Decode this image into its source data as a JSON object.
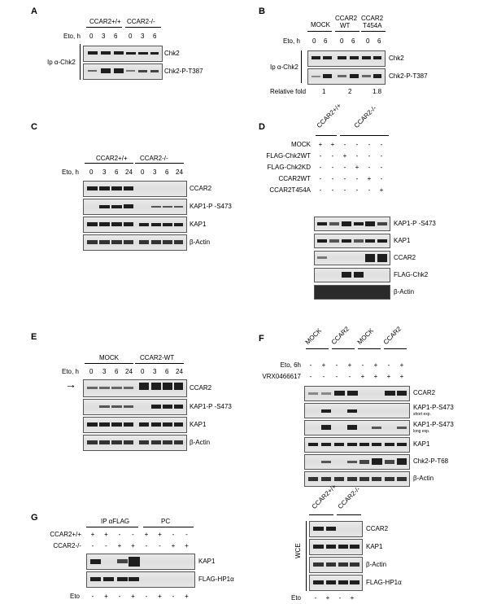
{
  "panelA": {
    "letter": "A",
    "groups": [
      "CCAR2+/+",
      "CCAR2-/-"
    ],
    "row_label": "Eto, h",
    "times": [
      "0",
      "3",
      "6",
      "0",
      "3",
      "6"
    ],
    "side_label": "Ip α-Chk2",
    "bands": [
      "Chk2",
      "Chk2-P-T387"
    ]
  },
  "panelB": {
    "letter": "B",
    "groups": [
      "MOCK",
      "CCAR2",
      "WT",
      "CCAR2",
      "T454A"
    ],
    "row_label": "Eto, h",
    "times": [
      "0",
      "6",
      "0",
      "6",
      "0",
      "6"
    ],
    "side_label": "Ip α-Chk2",
    "bands": [
      "Chk2",
      "Chk2-P-T387"
    ],
    "fold_label": "Relative fold",
    "folds": [
      "1",
      "2",
      "1.8"
    ]
  },
  "panelC": {
    "letter": "C",
    "groups": [
      "CCAR2+/+",
      "CCAR2-/-"
    ],
    "row_label": "Eto, h",
    "times": [
      "0",
      "3",
      "6",
      "24",
      "0",
      "3",
      "6",
      "24"
    ],
    "bands": [
      "CCAR2",
      "KAP1-P -S473",
      "KAP1",
      "β-Actin"
    ]
  },
  "panelD": {
    "letter": "D",
    "groups": [
      "CCAR2+/+",
      "CCAR2-/-"
    ],
    "rows": [
      {
        "label": "MOCK",
        "signs": [
          "+",
          "+",
          "-",
          "-",
          "-",
          "-"
        ]
      },
      {
        "label": "FLAG-Chk2WT",
        "signs": [
          "-",
          "-",
          "+",
          "-",
          "-",
          "-"
        ]
      },
      {
        "label": "FLAG-Chk2KD",
        "signs": [
          "-",
          "-",
          "-",
          "+",
          "-",
          "-"
        ]
      },
      {
        "label": "CCAR2WT",
        "signs": [
          "-",
          "-",
          "-",
          "-",
          "+",
          "-"
        ]
      },
      {
        "label": "CCAR2T454A",
        "signs": [
          "-",
          "-",
          "-",
          "-",
          "-",
          "+"
        ]
      }
    ],
    "bands": [
      "KAP1-P -S473",
      "KAP1",
      "CCAR2",
      "FLAG-Chk2",
      "β-Actin"
    ]
  },
  "panelE": {
    "letter": "E",
    "groups": [
      "MOCK",
      "CCAR2-WT"
    ],
    "row_label": "Eto, h",
    "times": [
      "0",
      "3",
      "6",
      "24",
      "0",
      "3",
      "6",
      "24"
    ],
    "arrow": "→",
    "bands": [
      "CCAR2",
      "KAP1-P -S473",
      "KAP1",
      "β-Actin"
    ]
  },
  "panelF": {
    "letter": "F",
    "groups": [
      "MOCK",
      "CCAR2",
      "MOCK",
      "CCAR2"
    ],
    "rows": [
      {
        "label": "Eto, 6h",
        "signs": [
          "-",
          "+",
          "-",
          "+",
          "-",
          "+",
          "-",
          "+"
        ]
      },
      {
        "label": "VRX0466617",
        "signs": [
          "-",
          "-",
          "-",
          "-",
          "+",
          "+",
          "+",
          "+"
        ]
      }
    ],
    "bands": [
      "CCAR2",
      "KAP1-P-S473",
      "KAP1-P-S473",
      "KAP1",
      "Chk2-P-T68",
      "β-Actin"
    ],
    "notes": [
      "short exp.",
      "long exp."
    ]
  },
  "panelG": {
    "letter": "G",
    "headers": [
      "IP αFLAG",
      "PC"
    ],
    "rows": [
      {
        "label": "CCAR2+/+",
        "signs": [
          "+",
          "+",
          "-",
          "-",
          "+",
          "+",
          "-",
          "-"
        ]
      },
      {
        "label": "CCAR2-/-",
        "signs": [
          "-",
          "-",
          "+",
          "+",
          "-",
          "-",
          "+",
          "+"
        ]
      }
    ],
    "bands": [
      "KAP1",
      "FLAG-HP1α"
    ],
    "eto_label": "Eto",
    "eto_signs": [
      "-",
      "+",
      "-",
      "+",
      "-",
      "+",
      "-",
      "+"
    ]
  },
  "panelG2": {
    "groups": [
      "CCAR2+/+",
      "CCAR2-/-"
    ],
    "side_label": "WCE",
    "bands": [
      "CCAR2",
      "KAP1",
      "β-Actin",
      "FLAG-HP1α"
    ],
    "eto_label": "Eto",
    "eto_signs": [
      "-",
      "+",
      "-",
      "+"
    ]
  }
}
